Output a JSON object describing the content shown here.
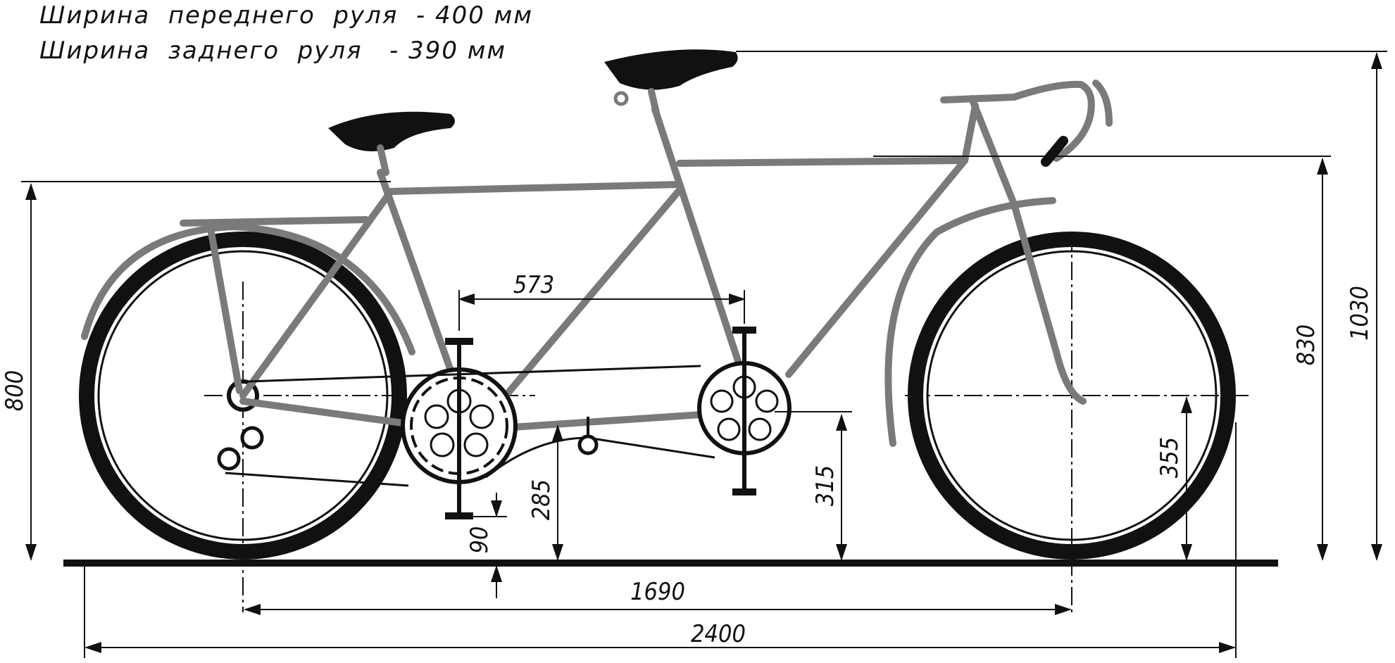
{
  "specs": {
    "front_handlebar_width": "Ширина  переднего  руля  - 400 мм",
    "rear_handlebar_width": "Ширина  заднего  руля   - 390 мм"
  },
  "dimensions": {
    "crank_spacing": "573",
    "wheelbase": "1690",
    "overall_length": "2400",
    "rear_saddle_height": "800",
    "front_top_tube_height": "830",
    "overall_height": "1030",
    "front_axle_height": "355",
    "rear_bb_height": "285",
    "front_bb_height": "315",
    "pedal_clearance": "90"
  },
  "colors": {
    "frame": "#7a7a7a",
    "ink": "#111111",
    "paper": "#ffffff"
  }
}
